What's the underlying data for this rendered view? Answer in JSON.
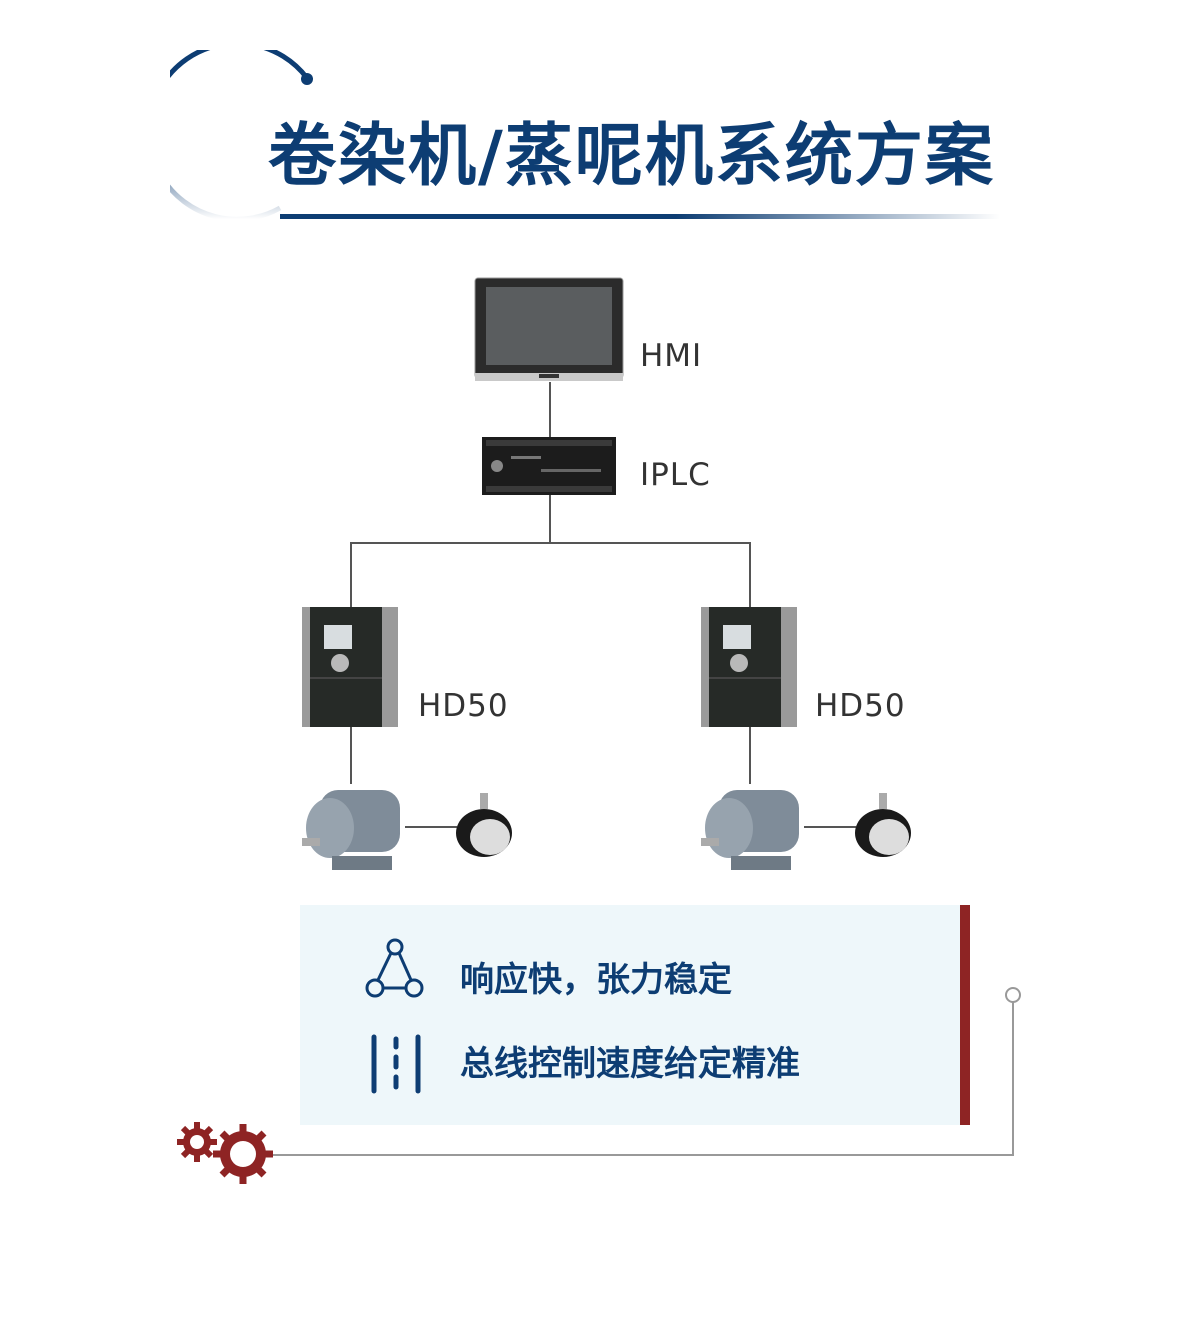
{
  "title": "卷染机/蒸呢机系统方案",
  "devices": {
    "hmi": "HMI",
    "plc": "IPLC",
    "drive_left": "HD50",
    "drive_right": "HD50"
  },
  "features": [
    {
      "icon": "network-triangle-icon",
      "text": "响应快，张力稳定"
    },
    {
      "icon": "bus-lines-icon",
      "text": "总线控制速度给定精准"
    }
  ],
  "colors": {
    "primary": "#0d3d73",
    "accent": "#8e2424",
    "panel": "#eef7fa"
  }
}
